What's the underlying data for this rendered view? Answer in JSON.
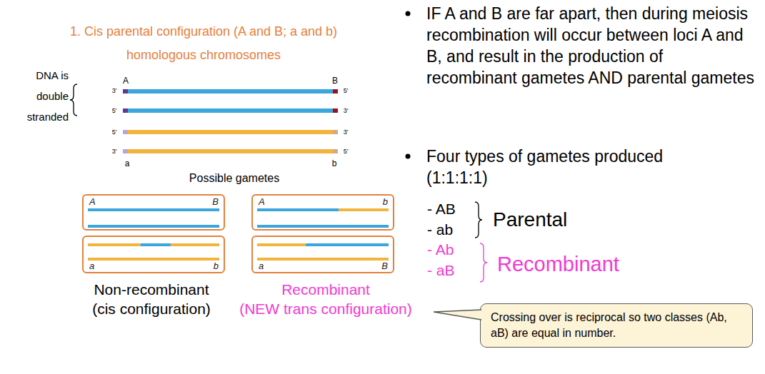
{
  "diagram": {
    "title": "1. Cis parental configuration (A and B; a and b) homologous chromosomes",
    "nodes": [
      {
        "text": [
          "A",
          "B"
        ]
      },
      {
        "text": [
          "A",
          "b"
        ]
      },
      {
        "text": [
          "a",
          "b"
        ]
      },
      {
        "text": [
          "a",
          "B"
        ]
      },
      {
        "text": [
          "Crossing over is reciprocal so two classes (Ab, aB) are equal in number."
        ]
      }
    ],
    "labels": [
      "DNA is double stranded",
      "A",
      "B",
      "3'",
      "5'",
      "5'",
      "3'",
      "5'",
      "3'",
      "3'",
      "5'",
      "a",
      "b",
      "Possible gametes",
      "Non-recombinant",
      "(cis configuration)",
      "Recombinant",
      "(NEW trans configuration)",
      "IF A and B are far apart, then during meiosis recombination will occur between loci A and B, and result in the production of recombinant gametes AND parental gametes",
      "Four types of gametes produced (1:1:1:1)",
      "- AB",
      "- ab",
      "Parental",
      "- Ab",
      "- aB",
      "Recombinant"
    ]
  }
}
